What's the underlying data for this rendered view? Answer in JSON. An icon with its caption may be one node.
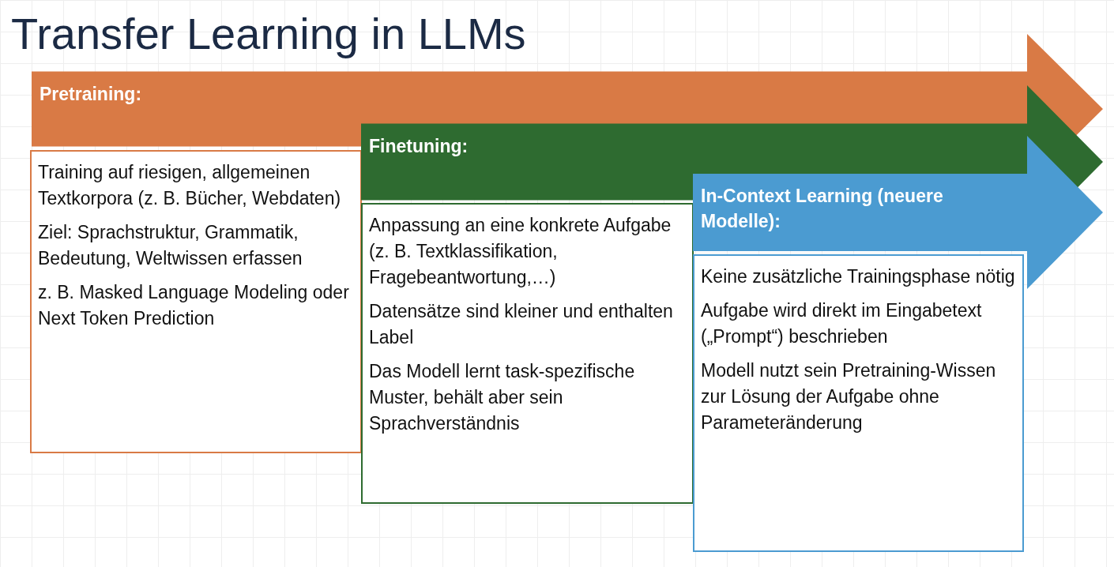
{
  "diagram": {
    "title": "Transfer Learning in LLMs",
    "nodes": [
      {
        "text": [
          "Pretraining:"
        ]
      },
      {
        "text": [
          "Training auf riesigen, allgemeinen Textkorpora (z. B. Bücher, Webdaten)",
          "Ziel: Sprachstruktur, Grammatik, Bedeutung, Weltwissen erfassen",
          "z. B. Masked Language Modeling oder Next Token Prediction"
        ]
      },
      {
        "text": [
          "Finetuning:"
        ]
      },
      {
        "text": [
          "Anpassung an eine konkrete Aufgabe (z. B. Textklassifikation, Fragebeantwortung,…)",
          "Datensätze sind kleiner und enthalten Label",
          "Das Modell lernt task-spezifische Muster, behält aber sein Sprachverständnis"
        ]
      },
      {
        "text": [
          "In-Context Learning (neuere Modelle):"
        ]
      },
      {
        "text": [
          "Keine zusätzliche Trainingsphase nötig",
          "Aufgabe wird direkt im Eingabetext („Prompt“) beschrieben",
          "Modell nutzt sein Pretraining-Wissen zur Lösung der Aufgabe ohne Parameteränderung"
        ]
      }
    ]
  }
}
